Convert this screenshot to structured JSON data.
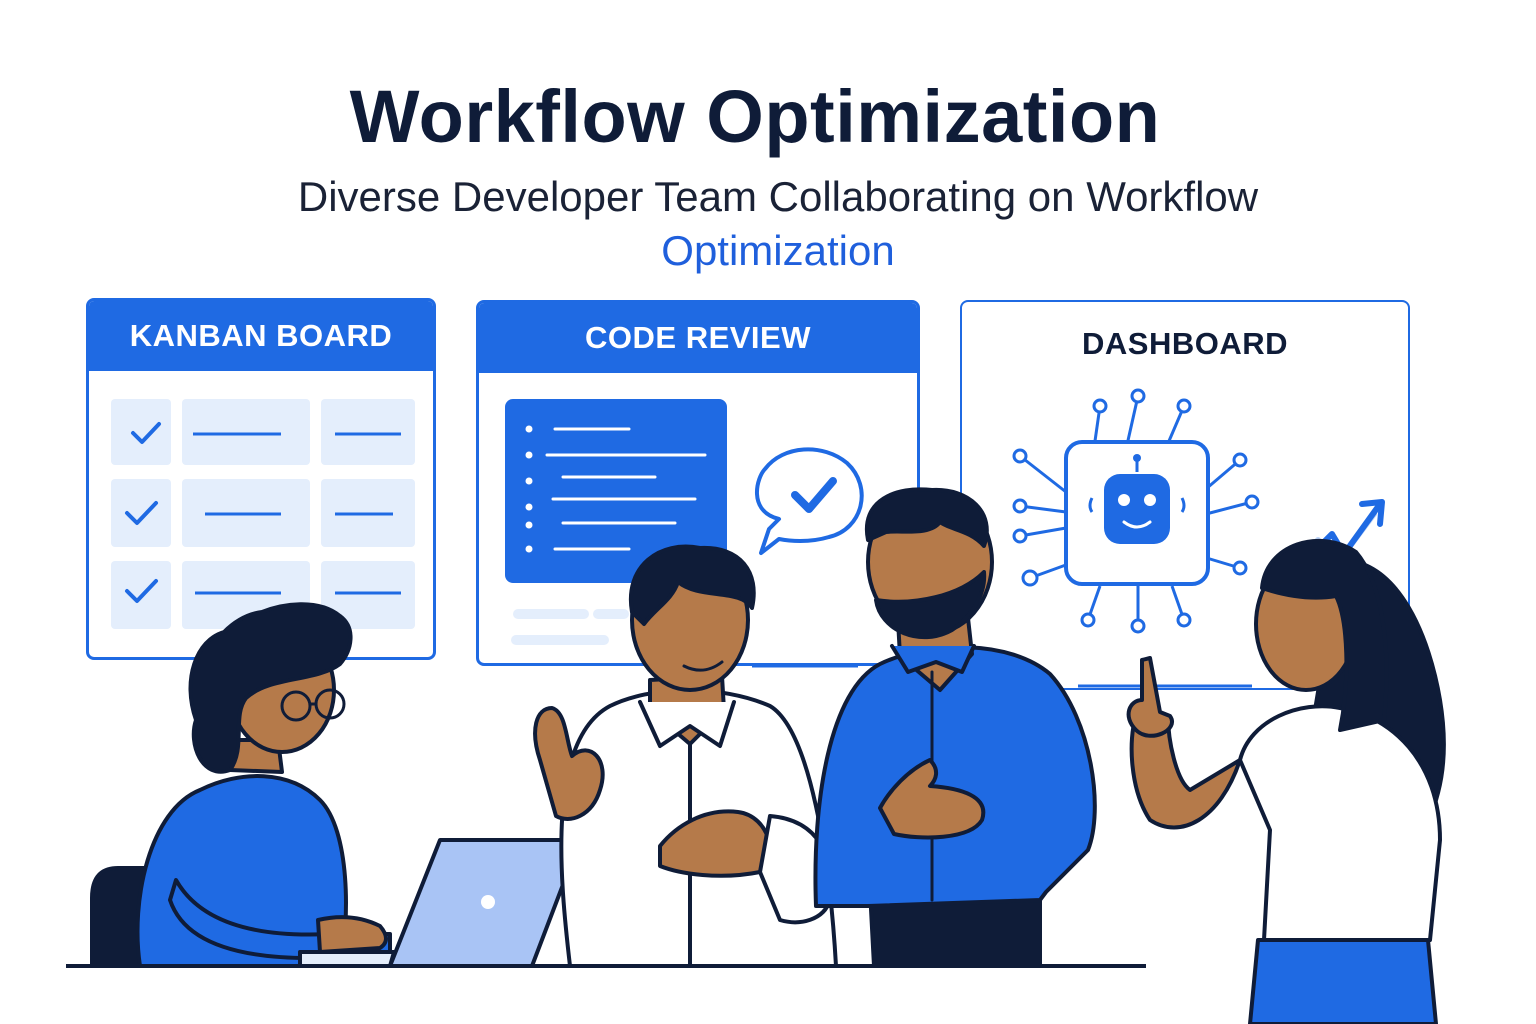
{
  "header": {
    "title": "Workflow Optimization",
    "subtitle_line1": "Diverse Developer Team Collaborating on Workflow",
    "subtitle_line2": "Optimization"
  },
  "panels": {
    "kanban": {
      "label": "KANBAN BOARD",
      "rows_checked": 3
    },
    "code_review": {
      "label": "CODE REVIEW",
      "icon": "chat-check-icon"
    },
    "dashboard": {
      "label": "DASHBOARD",
      "icons": [
        "robot-icon",
        "trend-up-arrow-icon"
      ]
    }
  },
  "people": [
    "woman-with-glasses-at-laptop",
    "man-in-white-shirt",
    "bearded-man-in-blue-shirt",
    "woman-pointing-at-dashboard"
  ],
  "colors": {
    "primary_blue": "#1f6ae3",
    "light_blue": "#e4eefc",
    "navy": "#0f1c38",
    "skin": "#b57a4a"
  }
}
